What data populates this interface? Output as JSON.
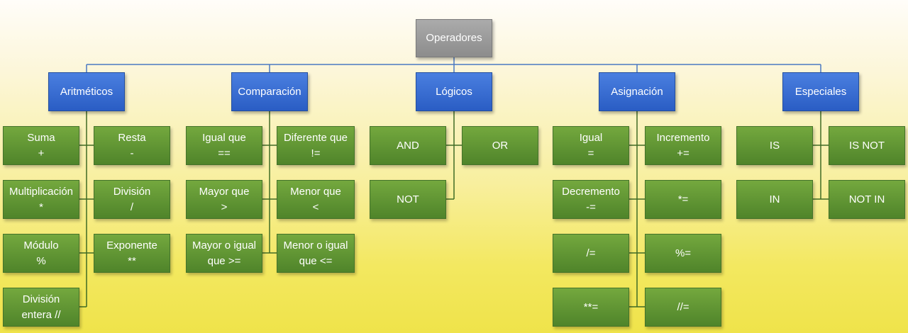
{
  "diagram": {
    "root": "Operadores",
    "categories": [
      {
        "label": "Aritméticos",
        "items": [
          {
            "label": "Suma\n+"
          },
          {
            "label": "Resta\n-"
          },
          {
            "label": "Multiplicación\n*"
          },
          {
            "label": "División\n/"
          },
          {
            "label": "Módulo\n%"
          },
          {
            "label": "Exponente\n**"
          },
          {
            "label": "División\nentera //"
          }
        ]
      },
      {
        "label": "Comparación",
        "items": [
          {
            "label": "Igual que\n=="
          },
          {
            "label": "Diferente que\n!="
          },
          {
            "label": "Mayor que\n>"
          },
          {
            "label": "Menor que\n<"
          },
          {
            "label": "Mayor o igual\nque >="
          },
          {
            "label": "Menor o igual\nque <="
          }
        ]
      },
      {
        "label": "Lógicos",
        "items": [
          {
            "label": "AND"
          },
          {
            "label": "OR"
          },
          {
            "label": "NOT"
          }
        ]
      },
      {
        "label": "Asignación",
        "items": [
          {
            "label": "Igual\n="
          },
          {
            "label": "Incremento\n+="
          },
          {
            "label": "Decremento\n-="
          },
          {
            "label": "*="
          },
          {
            "label": "/="
          },
          {
            "label": "%="
          },
          {
            "label": "**="
          },
          {
            "label": "//="
          }
        ]
      },
      {
        "label": "Especiales",
        "items": [
          {
            "label": "IS"
          },
          {
            "label": "IS NOT"
          },
          {
            "label": "IN"
          },
          {
            "label": "NOT IN"
          }
        ]
      }
    ]
  }
}
